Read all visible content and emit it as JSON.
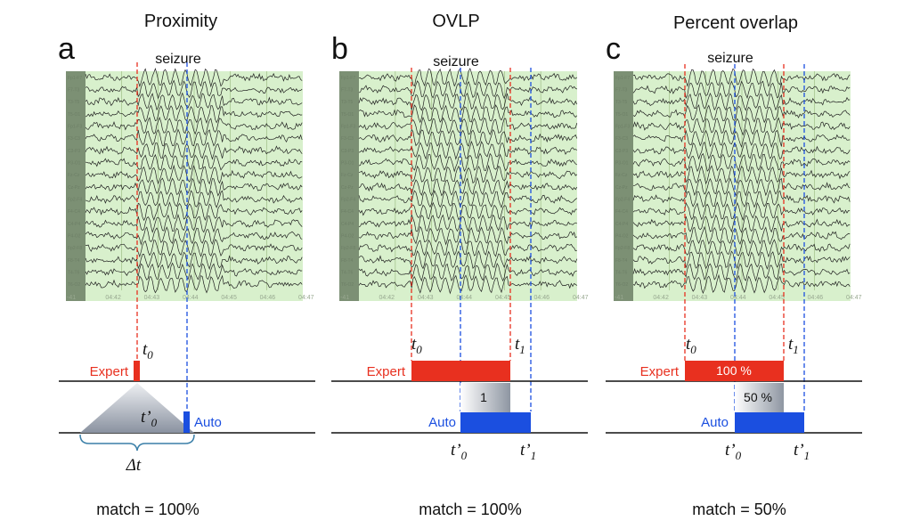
{
  "panels": [
    {
      "letter": "a",
      "title": "Proximity",
      "seizure_label": "seizure",
      "row_labels": {
        "expert": "Expert",
        "auto": "Auto"
      },
      "time_labels": {
        "t0": "t",
        "t0_sub": "0",
        "t0_prime": "t’",
        "t0_prime_sub": "0",
        "delta": "Δt"
      },
      "match": "match = 100%"
    },
    {
      "letter": "b",
      "title": "OVLP",
      "seizure_label": "seizure",
      "row_labels": {
        "expert": "Expert",
        "auto": "Auto"
      },
      "time_labels": {
        "t0": "t",
        "t0_sub": "0",
        "t1": "t",
        "t1_sub": "1",
        "t0_prime": "t’",
        "t0_prime_sub": "0",
        "t1_prime": "t’",
        "t1_prime_sub": "1"
      },
      "overlap_value": "1",
      "match": "match = 100%"
    },
    {
      "letter": "c",
      "title": "Percent overlap",
      "seizure_label": "seizure",
      "row_labels": {
        "expert": "Expert",
        "auto": "Auto"
      },
      "time_labels": {
        "t0": "t",
        "t0_sub": "0",
        "t1": "t",
        "t1_sub": "1",
        "t0_prime": "t’",
        "t0_prime_sub": "0",
        "t1_prime": "t’",
        "t1_prime_sub": "1"
      },
      "expert_value": "100 %",
      "overlap_value": "50 %",
      "match": "match = 50%"
    }
  ],
  "eeg": {
    "channels": [
      "Fp1-F7",
      "F7-T3",
      "T3-T5",
      "T5-O1",
      "Fp1-F3",
      "F3-C3",
      "C3-P3",
      "P3-O1",
      "Fz-Cz",
      "Cz-Pz",
      "Fp2-F4",
      "F4-C4",
      "C4-P4",
      "P4-O2",
      "Fp2-F8",
      "F8-T4",
      "T4-T6",
      "T6-O2"
    ],
    "time_ticks": [
      "-41",
      "04:42",
      "04:43",
      "04:44",
      "04:45",
      "04:46",
      "04:47"
    ]
  },
  "colors": {
    "expert": "#e8301f",
    "auto": "#1b4fe0",
    "eeg_background": "#d8f0cc",
    "eeg_label_column": "#7c9074",
    "eeg_trace": "#1f1f1f"
  }
}
